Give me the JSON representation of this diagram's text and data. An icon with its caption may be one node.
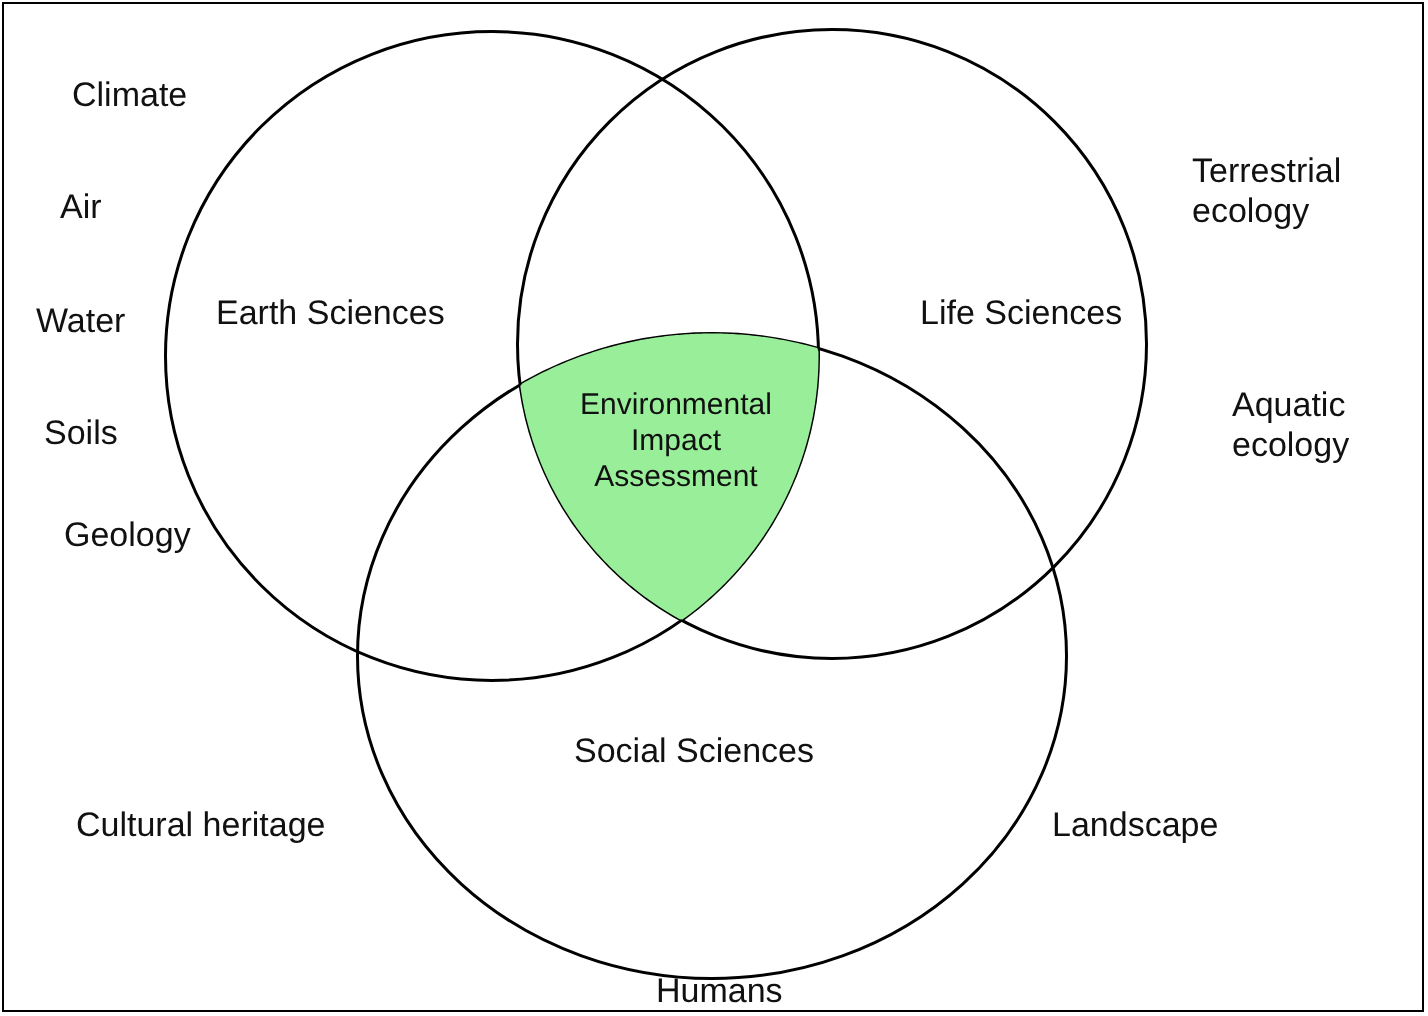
{
  "diagram": {
    "nodes": [
      {
        "text": [
          "Earth Sciences"
        ]
      },
      {
        "text": [
          "Life Sciences"
        ]
      },
      {
        "text": [
          "Social Sciences"
        ]
      },
      {
        "text": [
          "Environmental Impact Assessment"
        ]
      }
    ],
    "labels": [
      "Climate",
      "Air",
      "Terrestrial ecology",
      "Water",
      "Soils",
      "Aquatic ecology",
      "Geology",
      "Cultural heritage",
      "Landscape",
      "Humans"
    ]
  }
}
